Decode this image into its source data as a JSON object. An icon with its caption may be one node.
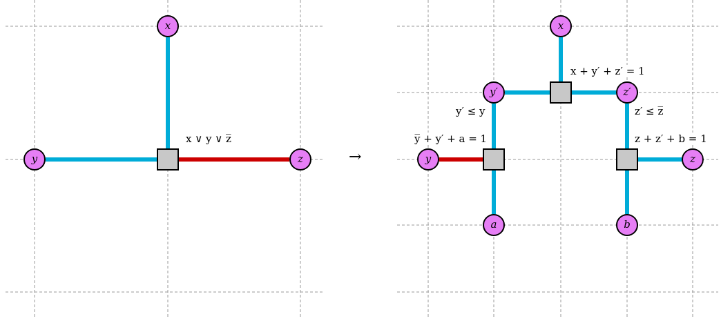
{
  "diagram": {
    "nodes": [
      {
        "text": [
          "x"
        ]
      },
      {
        "text": [],
        "shape": "box",
        "beside": [
          "x ∨ y ∨ z̅"
        ]
      },
      {
        "text": [
          "y"
        ]
      },
      {
        "text": [
          "z"
        ]
      },
      {
        "text": [
          "x"
        ]
      },
      {
        "text": [
          "y′"
        ]
      },
      {
        "text": [],
        "shape": "box",
        "beside": [
          "x + y′ + z′ = 1"
        ]
      },
      {
        "text": [
          "z′"
        ]
      },
      {
        "text": [
          "y"
        ]
      },
      {
        "text": [],
        "shape": "box",
        "beside": [
          "y̅ + y′ + a = 1"
        ]
      },
      {
        "text": [],
        "shape": "box",
        "beside": [
          "z + z′ + b = 1"
        ]
      },
      {
        "text": [
          "z"
        ]
      },
      {
        "text": [
          "a"
        ]
      },
      {
        "text": [
          "b"
        ]
      }
    ],
    "edges": [
      {
        "from": 0,
        "to": 1,
        "arrow": "none"
      },
      {
        "from": 2,
        "to": 1,
        "arrow": "none"
      },
      {
        "from": 1,
        "to": 3,
        "arrow": "none",
        "color": "#cc0000"
      },
      {
        "from": 4,
        "to": 6,
        "arrow": "none"
      },
      {
        "from": 5,
        "to": 6,
        "arrow": "none"
      },
      {
        "from": 6,
        "to": 7,
        "arrow": "none"
      },
      {
        "from": 5,
        "to": 9,
        "arrow": "none",
        "label": "y′ ≤ y"
      },
      {
        "from": 7,
        "to": 10,
        "arrow": "none",
        "label": "z′ ≤ z̅"
      },
      {
        "from": 8,
        "to": 9,
        "arrow": "none",
        "color": "#cc0000"
      },
      {
        "from": 9,
        "to": 12,
        "arrow": "none"
      },
      {
        "from": 10,
        "to": 11,
        "arrow": "none"
      },
      {
        "from": 10,
        "to": 13,
        "arrow": "none"
      }
    ],
    "labels": [
      "→"
    ]
  }
}
